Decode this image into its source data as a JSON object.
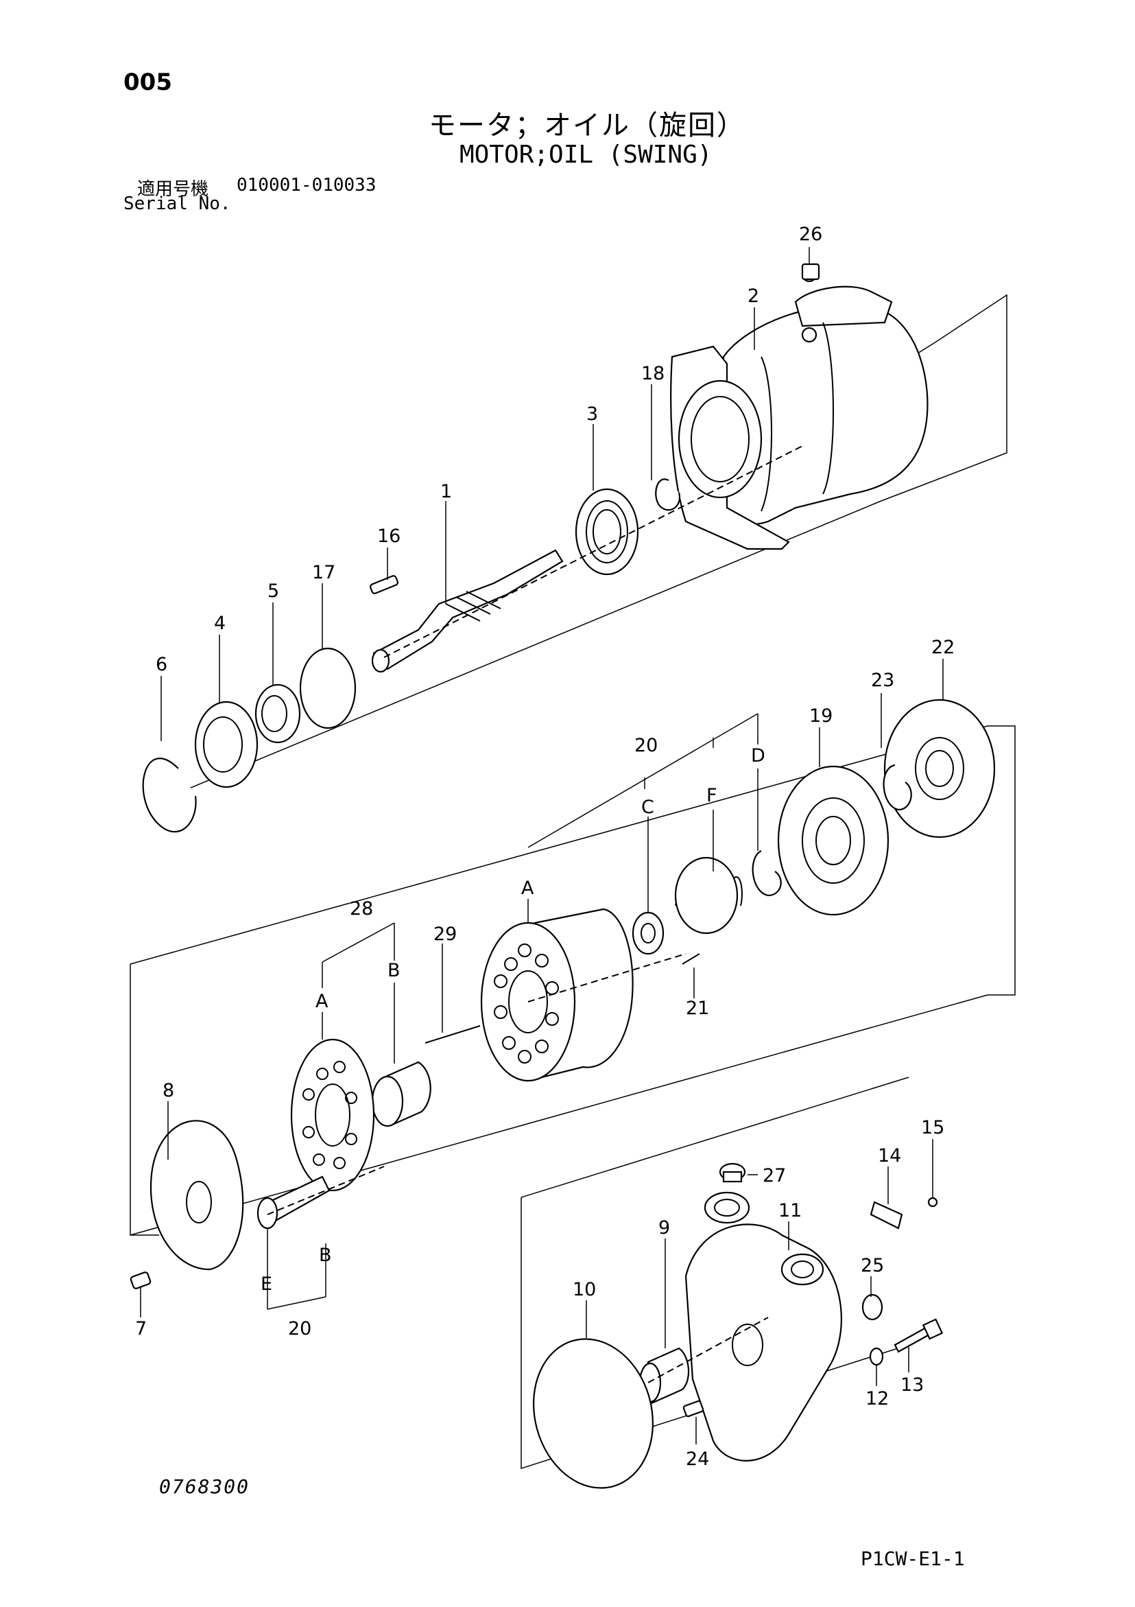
{
  "header": {
    "page_number": "005",
    "title_jp": "モータ；オイル（旋回）",
    "title_en": "MOTOR;OIL (SWING)",
    "serial_label_jp": "適用号機",
    "serial_range": "010001-010033",
    "serial_label_en": "Serial No."
  },
  "footer": {
    "document_code": "0768300",
    "page_code": "P1CW-E1-1"
  },
  "callouts": {
    "c1": "1",
    "c2": "2",
    "c3": "3",
    "c4": "4",
    "c5": "5",
    "c6": "6",
    "c7": "7",
    "c8": "8",
    "c9": "9",
    "c10": "10",
    "c11": "11",
    "c12": "12",
    "c13": "13",
    "c14": "14",
    "c15": "15",
    "c16": "16",
    "c17": "17",
    "c18": "18",
    "c19": "19",
    "c20a": "20",
    "c20b": "20",
    "c21": "21",
    "c22": "22",
    "c23": "23",
    "c24": "24",
    "c25": "25",
    "c26": "26",
    "c27": "27",
    "c28": "28",
    "c29": "29"
  },
  "sub_labels": {
    "a20": "A",
    "c20": "C",
    "f20": "F",
    "d20": "D",
    "a28": "A",
    "b28": "B",
    "b20": "B",
    "e20": "E"
  }
}
